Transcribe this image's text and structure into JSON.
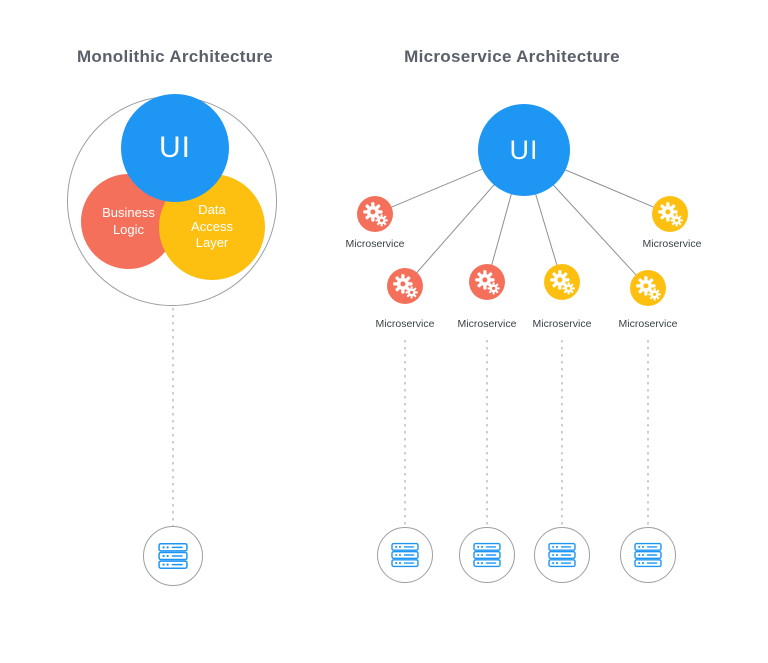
{
  "diagram": {
    "left": {
      "title": "Monolithic Architecture",
      "ui_label": "UI",
      "business_logic_label": "Business Logic",
      "data_access_label": "Data Access Layer"
    },
    "right": {
      "title": "Microservice Architecture",
      "ui_label": "UI",
      "node_labels": [
        "Microservice",
        "Microservice",
        "Microservice",
        "Microservice",
        "Microservice",
        "Microservice"
      ]
    },
    "icons": {
      "gear-icon": "⚙",
      "server-icon": "≡"
    },
    "colors": {
      "blue": "#1E96F3",
      "orange": "#F4705B",
      "yellow": "#FDC011",
      "connector": "#8A9097",
      "dashed": "#A3A7AC",
      "outline": "#9AA0A6",
      "title_text": "#59606A",
      "label_text": "#3C4147"
    }
  }
}
